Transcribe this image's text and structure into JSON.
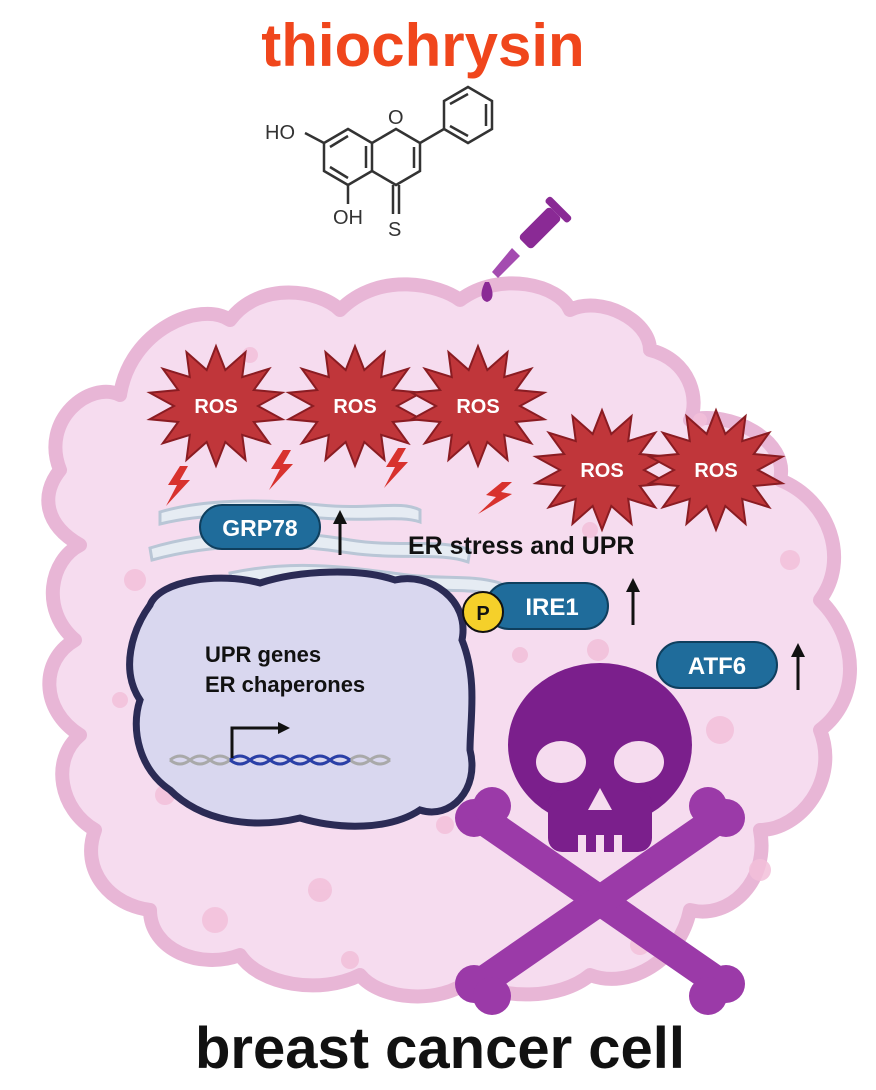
{
  "title": "thiochrysin",
  "footer": "breast cancer cell",
  "molecule": {
    "substituent_top": "HO",
    "substituent_bottom": "OH",
    "ring_oxygen": "O",
    "thione_sulfur": "S"
  },
  "ros_label": "ROS",
  "proteins": {
    "grp78": "GRP78",
    "ire1": "IRE1",
    "atf6": "ATF6",
    "phospho": "P"
  },
  "labels": {
    "er_stress": "ER stress and UPR",
    "nucleus_line1": "UPR genes",
    "nucleus_line2": "ER chaperones"
  },
  "colors": {
    "title": "#f0461c",
    "footer": "#111111",
    "cell_fill": "#f6dcef",
    "cell_stroke": "#e8b6d6",
    "nucleus_fill": "#d9d7ef",
    "nucleus_stroke": "#2b2b55",
    "ros_fill": "#c0363a",
    "ros_stroke": "#8a1c22",
    "protein_fill": "#1f6c9b",
    "phospho_fill": "#f5d02a",
    "skull": "#7b1f8c",
    "crossbones": "#9b3aa8",
    "dropper": "#8a2a95",
    "er_fill": "#e6ecf3",
    "lightning": "#d8322e"
  }
}
